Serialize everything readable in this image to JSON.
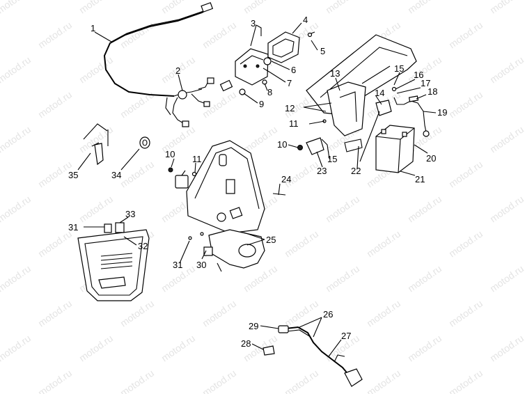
{
  "watermark": "motod.ru",
  "callouts": [
    {
      "label": "1"
    },
    {
      "label": "2"
    },
    {
      "label": "3"
    },
    {
      "label": "4"
    },
    {
      "label": "5"
    },
    {
      "label": "6"
    },
    {
      "label": "7"
    },
    {
      "label": "8"
    },
    {
      "label": "9"
    },
    {
      "label": "10"
    },
    {
      "label": "11"
    },
    {
      "label": "12"
    },
    {
      "label": "13"
    },
    {
      "label": "14"
    },
    {
      "label": "15"
    },
    {
      "label": "16"
    },
    {
      "label": "17"
    },
    {
      "label": "18"
    },
    {
      "label": "19"
    },
    {
      "label": "20"
    },
    {
      "label": "21"
    },
    {
      "label": "22"
    },
    {
      "label": "23"
    },
    {
      "label": "24"
    },
    {
      "label": "25"
    },
    {
      "label": "26"
    },
    {
      "label": "27"
    },
    {
      "label": "28"
    },
    {
      "label": "29"
    },
    {
      "label": "30"
    },
    {
      "label": "31"
    },
    {
      "label": "32"
    },
    {
      "label": "33"
    },
    {
      "label": "34"
    },
    {
      "label": "35"
    },
    {
      "label": "10"
    },
    {
      "label": "11"
    },
    {
      "label": "11"
    },
    {
      "label": "15"
    },
    {
      "label": "31"
    }
  ]
}
